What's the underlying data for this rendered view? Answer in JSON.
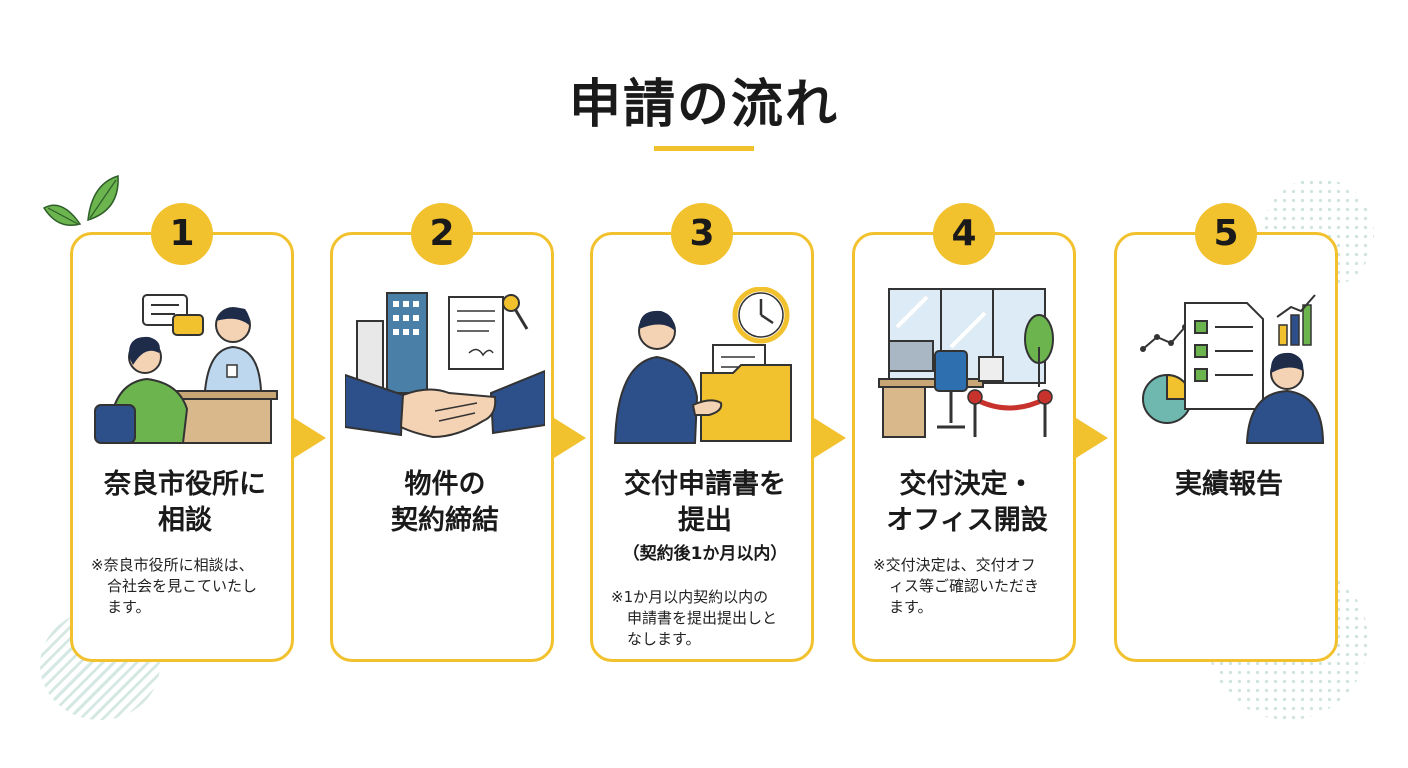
{
  "title": "申請の流れ",
  "colors": {
    "accent": "#f2c12e",
    "navy": "#2d4f8a",
    "green": "#5fa94a"
  },
  "steps": [
    {
      "number": "1",
      "title_line1": "奈良市役所に",
      "title_line2": "相談",
      "note_lines": [
        "※奈良市役所に相談は、",
        "合社会を見こていたし",
        "ます。"
      ],
      "icon": "consultation-icon"
    },
    {
      "number": "2",
      "title_line1": "物件の",
      "title_line2": "契約締結",
      "note_lines": [],
      "icon": "handshake-contract-icon"
    },
    {
      "number": "3",
      "title_line1": "交付申請書を",
      "title_line2": "提出",
      "subtitle": "（契約後1か月以内）",
      "note_lines": [
        "※1か月以内契約以内の",
        "申請書を提出提出しと",
        "なします。"
      ],
      "icon": "document-submit-icon"
    },
    {
      "number": "4",
      "title_line1": "交付決定・",
      "title_line2": "オフィス開設",
      "note_lines": [
        "※交付決定は、交付オフ",
        "ィス等ご確認いただき",
        "ます。"
      ],
      "icon": "office-opening-icon"
    },
    {
      "number": "5",
      "title_line1": "実績報告",
      "title_line2": "",
      "note_lines": [],
      "icon": "report-icon"
    }
  ]
}
